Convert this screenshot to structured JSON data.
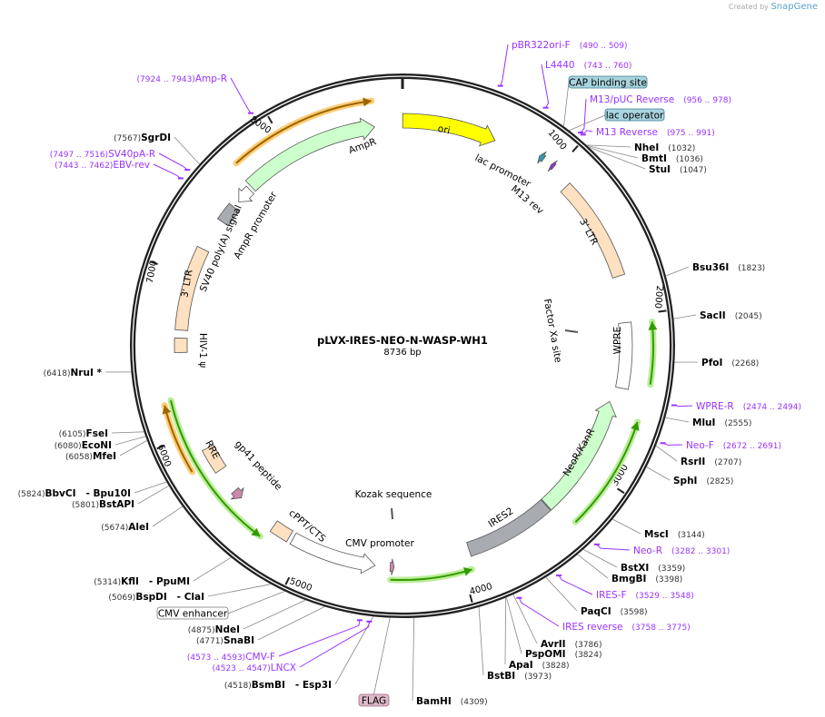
{
  "credit": {
    "prefix": "Created by",
    "brand": "SnapGene"
  },
  "plasmid": {
    "name": "pLVX-IRES-NEO-N-WASP-WH1",
    "length_label": "8736 bp",
    "length": 8736
  },
  "ticks": [
    "1000",
    "2000",
    "3000",
    "4000",
    "5000",
    "6000",
    "7000",
    "8000"
  ],
  "features": [
    {
      "name": "ori",
      "start": 1,
      "end": 589,
      "dir": 1,
      "color": "#ffff00"
    },
    {
      "name": "lac promoter",
      "start": 868,
      "end": 898,
      "dir": -1,
      "color": "#3399aa"
    },
    {
      "name": "M13 rev",
      "start": 955,
      "end": 975,
      "dir": -1,
      "color": "#9933cc"
    },
    {
      "name": "3' LTR",
      "start": 1110,
      "end": 1750,
      "dir": 0,
      "color": "#ffe0c0"
    },
    {
      "name": "WPRE",
      "start": 2040,
      "end": 2450,
      "dir": 0,
      "color": "#ffffff"
    },
    {
      "name": "NeoR/KanR",
      "start": 2550,
      "end": 3345,
      "dir": -1,
      "color": "#ccffcc"
    },
    {
      "name": "IRES2",
      "start": 3350,
      "end": 3930,
      "dir": 0,
      "color": "#a8acb0"
    },
    {
      "name": "FLAG",
      "start": 4420,
      "end": 4445,
      "dir": -1,
      "color": "#cc88aa"
    },
    {
      "name": "CMV promoter",
      "start": 4540,
      "end": 5085,
      "dir": -1,
      "color": "#ffffff"
    },
    {
      "name": "cPPT/CTS",
      "start": 5110,
      "end": 5230,
      "dir": 0,
      "color": "#ffe0c0"
    },
    {
      "name": "gp41 peptide",
      "start": 5500,
      "end": 5560,
      "dir": -1,
      "color": "#cc88aa"
    },
    {
      "name": "RRE",
      "start": 5720,
      "end": 5880,
      "dir": 0,
      "color": "#ffe0c0"
    },
    {
      "name": "HIV-1 ψ",
      "start": 6510,
      "end": 6600,
      "dir": 0,
      "color": "#ffe0c0"
    },
    {
      "name": "3' LTR",
      "start": 6650,
      "end": 7180,
      "dir": 0,
      "color": "#ffe0c0"
    },
    {
      "name": "SV40 poly(A) signal",
      "start": 7390,
      "end": 7510,
      "dir": 0,
      "color": "#a8acb0"
    },
    {
      "name": "AmpR promoter",
      "start": 7555,
      "end": 7660,
      "dir": -1,
      "color": "#ffffff"
    },
    {
      "name": "AmpR",
      "start": 7680,
      "end": 8560,
      "dir": 1,
      "color": "#ccffcc"
    }
  ],
  "small_features": [
    {
      "name": "Kozak sequence"
    },
    {
      "name": "Factor Xa site"
    }
  ],
  "translations": [
    {
      "start": 2050,
      "end": 2400,
      "dir": -1,
      "color": "#339900",
      "glow": "#bbee99"
    },
    {
      "start": 2620,
      "end": 3290,
      "dir": -1,
      "color": "#339900",
      "glow": "#bbee99"
    },
    {
      "start": 3950,
      "end": 4440,
      "dir": -1,
      "color": "#339900",
      "glow": "#bbee99"
    },
    {
      "start": 5260,
      "end": 6230,
      "dir": -1,
      "color": "#339900",
      "glow": "#bbee99"
    },
    {
      "start": 5800,
      "end": 6210,
      "dir": 1,
      "color": "#996600",
      "glow": "#ffcc77"
    },
    {
      "start": 7710,
      "end": 8560,
      "dir": 1,
      "color": "#996600",
      "glow": "#ffcc77"
    }
  ],
  "boxed_labels": [
    {
      "name": "CAP binding site",
      "pos": 880,
      "style": "blue"
    },
    {
      "name": "lac operator",
      "pos": 915,
      "style": "blue"
    },
    {
      "name": "CMV enhancer",
      "pos": 4990,
      "style": "white"
    },
    {
      "name": "FLAG",
      "pos": 4432,
      "style": "pink"
    }
  ],
  "enzymes": [
    {
      "name": "NheI",
      "pos": "1032"
    },
    {
      "name": "BmtI",
      "pos": "1036"
    },
    {
      "name": "StuI",
      "pos": "1047"
    },
    {
      "name": "Bsu36I",
      "pos": "1823"
    },
    {
      "name": "SacII",
      "pos": "2045"
    },
    {
      "name": "PfoI",
      "pos": "2268"
    },
    {
      "name": "MluI",
      "pos": "2555"
    },
    {
      "name": "RsrII",
      "pos": "2707"
    },
    {
      "name": "SphI",
      "pos": "2825"
    },
    {
      "name": "MscI",
      "pos": "3144"
    },
    {
      "name": "BstXI",
      "pos": "3359"
    },
    {
      "name": "BmgBI",
      "pos": "3398"
    },
    {
      "name": "PaqCI",
      "pos": "3598"
    },
    {
      "name": "AvrII",
      "pos": "3786"
    },
    {
      "name": "PspOMI",
      "pos": "3824"
    },
    {
      "name": "ApaI",
      "pos": "3828"
    },
    {
      "name": "BstBI",
      "pos": "3973"
    },
    {
      "name": "BamHI",
      "pos": "4309"
    },
    {
      "name": "BsmBI   - Esp3I",
      "pos": "4518"
    },
    {
      "name": "SnaBI",
      "pos": "4771"
    },
    {
      "name": "NdeI",
      "pos": "4875"
    },
    {
      "name": "BspDI   - ClaI",
      "pos": "5069"
    },
    {
      "name": "KflI   - PpuMI",
      "pos": "5314"
    },
    {
      "name": "AleI",
      "pos": "5674"
    },
    {
      "name": "BstAPI",
      "pos": "5801"
    },
    {
      "name": "BbvCI   - Bpu10I",
      "pos": "5824"
    },
    {
      "name": "MfeI",
      "pos": "6058"
    },
    {
      "name": "EcoNI",
      "pos": "6080"
    },
    {
      "name": "FseI",
      "pos": "6105"
    },
    {
      "name": "NruI *",
      "pos": "6418"
    },
    {
      "name": "SgrDI",
      "pos": "7567"
    }
  ],
  "primers": [
    {
      "name": "pBR322ori-F",
      "range": "(490 .. 509)",
      "mid": 500
    },
    {
      "name": "L4440",
      "range": "(743 .. 760)",
      "mid": 752
    },
    {
      "name": "M13/pUC Reverse",
      "range": "(956 .. 978)",
      "mid": 967
    },
    {
      "name": "M13 Reverse",
      "range": "(975 .. 991)",
      "mid": 983
    },
    {
      "name": "WPRE-R",
      "range": "(2474 .. 2494)",
      "mid": 2484
    },
    {
      "name": "Neo-F",
      "range": "(2672 .. 2691)",
      "mid": 2682
    },
    {
      "name": "Neo-R",
      "range": "(3282 .. 3301)",
      "mid": 3292
    },
    {
      "name": "IRES-F",
      "range": "(3529 .. 3548)",
      "mid": 3538
    },
    {
      "name": "IRES reverse",
      "range": "(3758 .. 3775)",
      "mid": 3766
    },
    {
      "name": "CMV-F",
      "range": "(4573 .. 4593)",
      "mid": 4583
    },
    {
      "name": "LNCX",
      "range": "(4523 .. 4547)",
      "mid": 4535
    },
    {
      "name": "EBV-rev",
      "range": "(7443 .. 7462)",
      "mid": 7452
    },
    {
      "name": "SV40pA-R",
      "range": "(7497 .. 7516)",
      "mid": 7506
    },
    {
      "name": "Amp-R",
      "range": "(7924 .. 7943)",
      "mid": 7933
    }
  ],
  "colors": {
    "primer": "#9933ff",
    "backbone": "#222222",
    "enzyme_line": "#888888"
  }
}
